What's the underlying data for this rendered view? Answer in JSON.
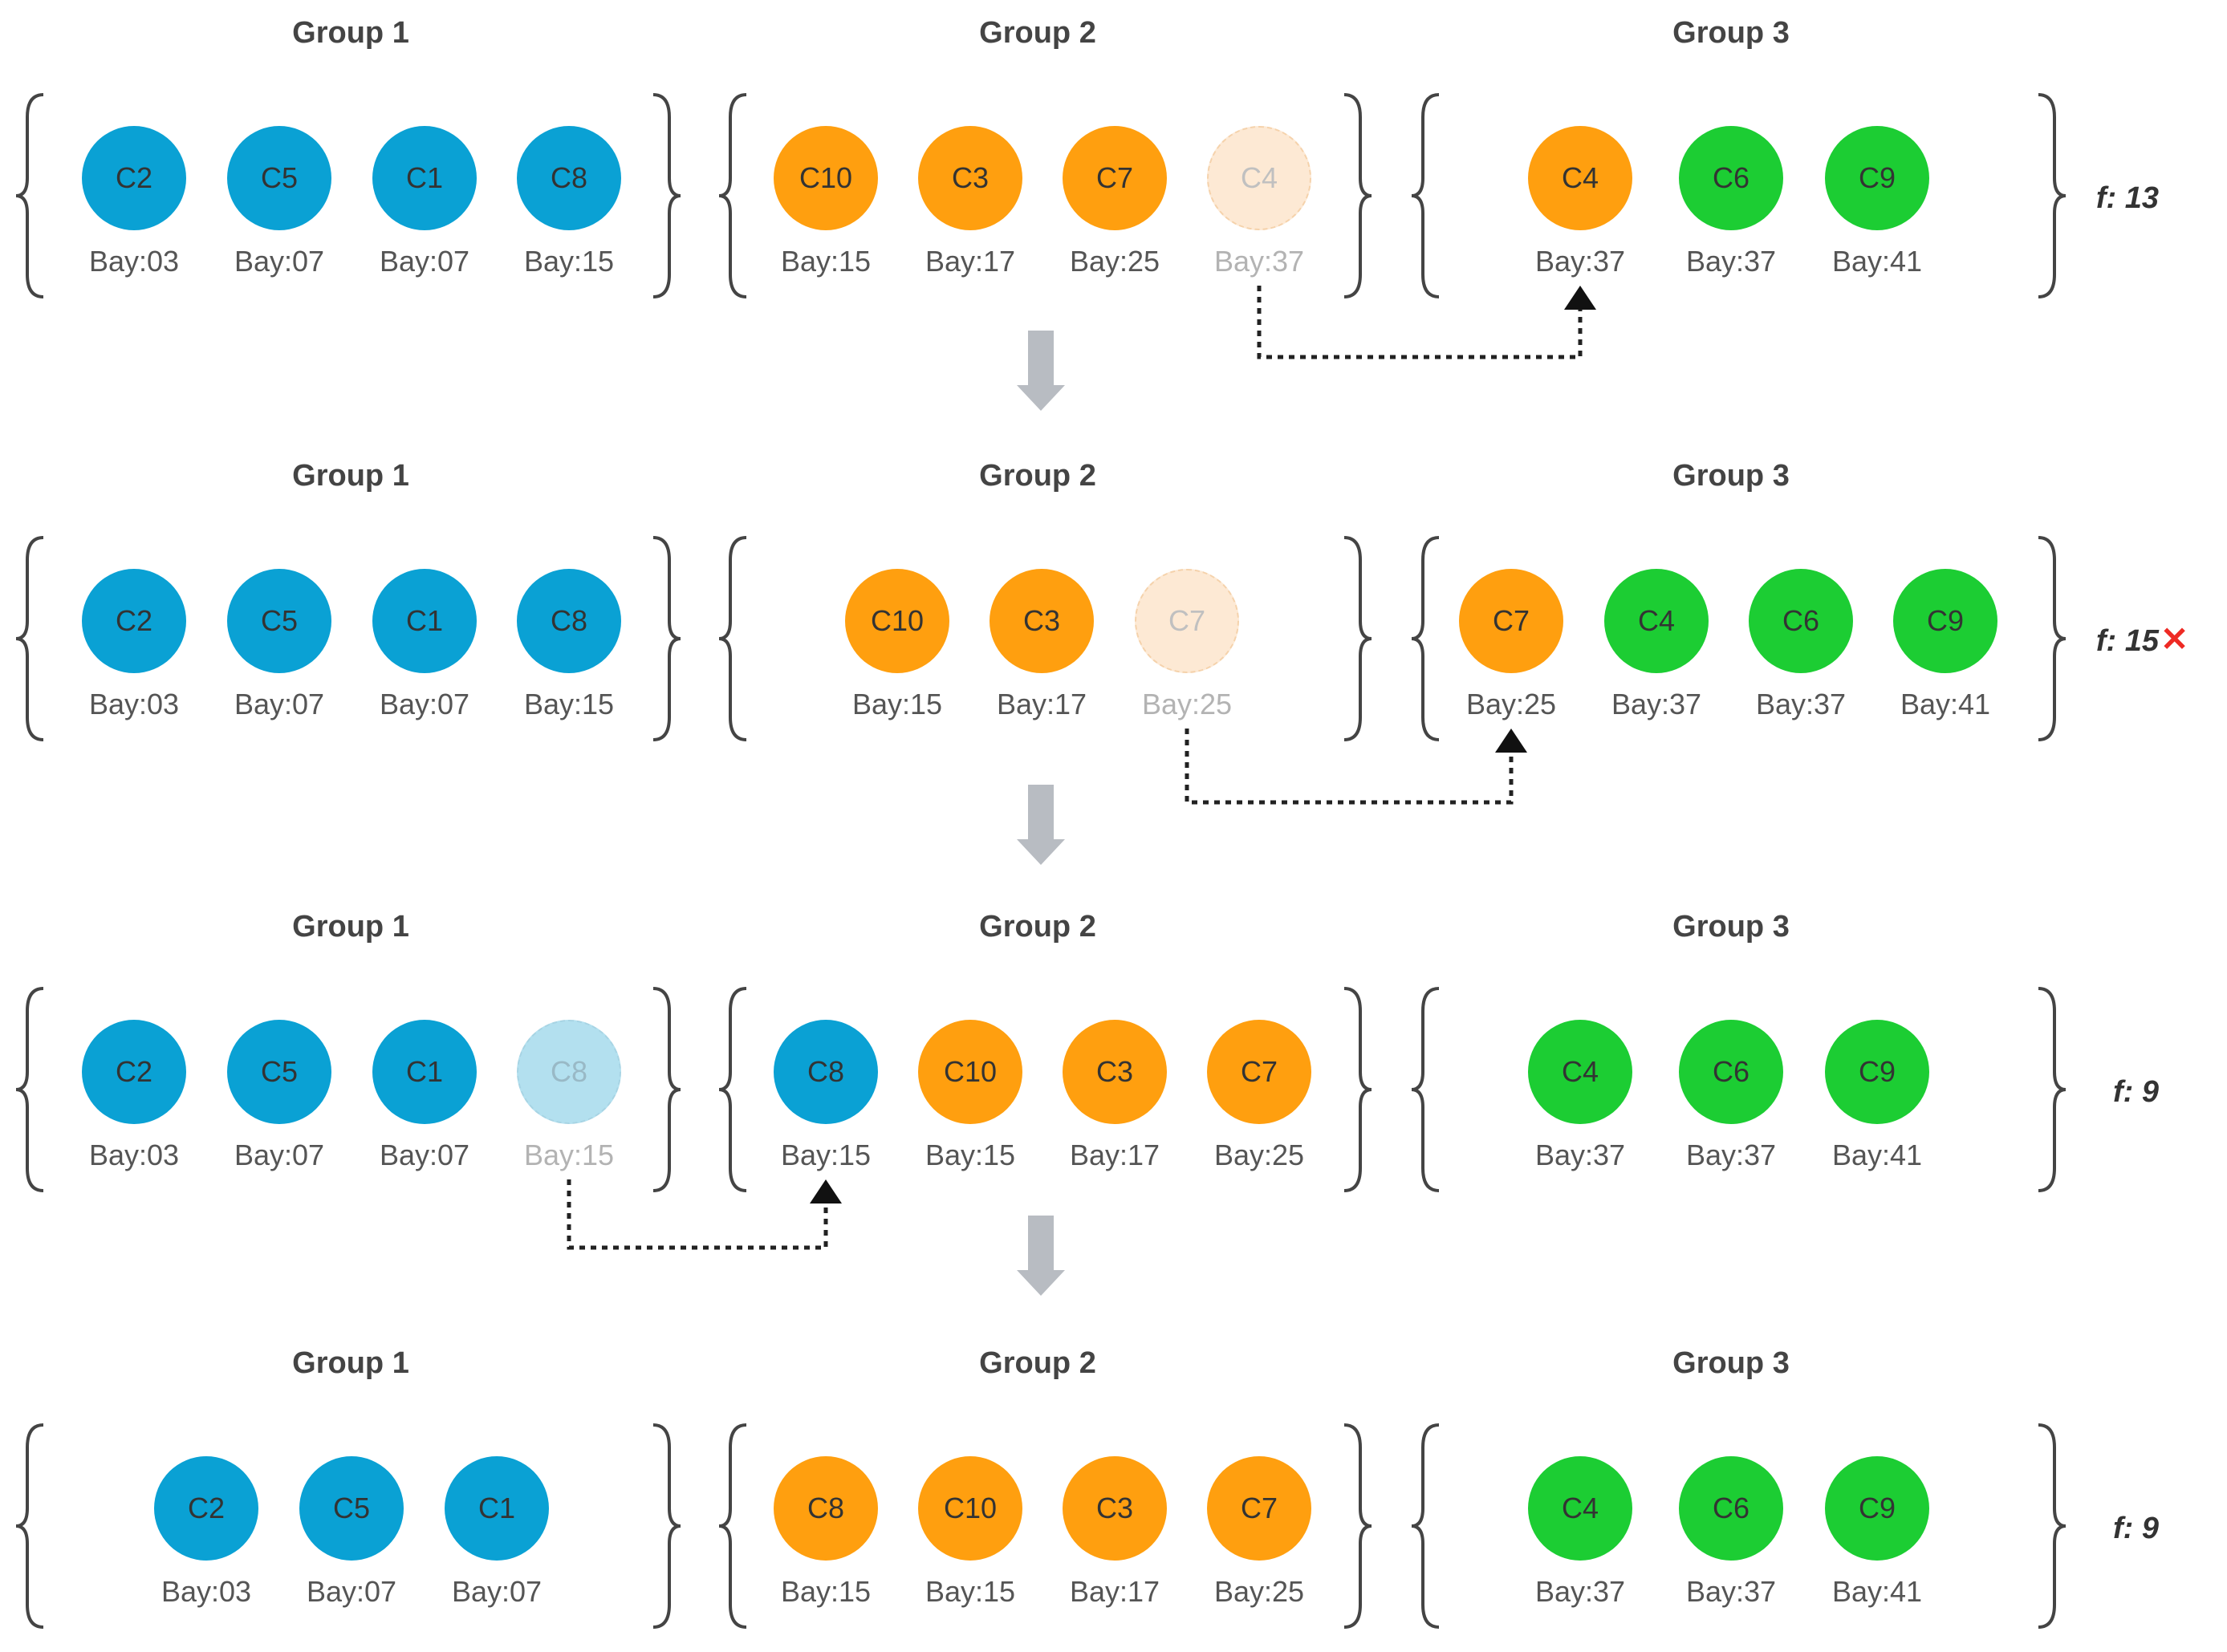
{
  "colors": {
    "blue": "#0aa1d4",
    "orange": "#ff9f0f",
    "green": "#1ccd33",
    "ghost_orange": "#fde9d4",
    "ghost_blue": "#b3e0ef",
    "brace": "#444444",
    "arrow_down": "#b8bcc2",
    "reject_mark": "#ee2a24"
  },
  "rows": [
    {
      "groups": [
        {
          "title": "Group 1",
          "nodes": [
            {
              "label": "C2",
              "bay": "Bay:03",
              "color": "blue"
            },
            {
              "label": "C5",
              "bay": "Bay:07",
              "color": "blue"
            },
            {
              "label": "C1",
              "bay": "Bay:07",
              "color": "blue"
            },
            {
              "label": "C8",
              "bay": "Bay:15",
              "color": "blue"
            }
          ]
        },
        {
          "title": "Group 2",
          "nodes": [
            {
              "label": "C10",
              "bay": "Bay:15",
              "color": "orange"
            },
            {
              "label": "C3",
              "bay": "Bay:17",
              "color": "orange"
            },
            {
              "label": "C7",
              "bay": "Bay:25",
              "color": "orange"
            },
            {
              "label": "C4",
              "bay": "Bay:37",
              "color": "ghost-orange",
              "ghost": true
            }
          ]
        },
        {
          "title": "Group 3",
          "nodes": [
            {
              "label": "C4",
              "bay": "Bay:37",
              "color": "orange"
            },
            {
              "label": "C6",
              "bay": "Bay:37",
              "color": "green"
            },
            {
              "label": "C9",
              "bay": "Bay:41",
              "color": "green"
            }
          ]
        }
      ],
      "f": "f: 13",
      "rejected": false,
      "move": {
        "from": "C4",
        "to": "C4"
      }
    },
    {
      "groups": [
        {
          "title": "Group 1",
          "nodes": [
            {
              "label": "C2",
              "bay": "Bay:03",
              "color": "blue"
            },
            {
              "label": "C5",
              "bay": "Bay:07",
              "color": "blue"
            },
            {
              "label": "C1",
              "bay": "Bay:07",
              "color": "blue"
            },
            {
              "label": "C8",
              "bay": "Bay:15",
              "color": "blue"
            }
          ]
        },
        {
          "title": "Group 2",
          "nodes": [
            {
              "label": "C10",
              "bay": "Bay:15",
              "color": "orange"
            },
            {
              "label": "C3",
              "bay": "Bay:17",
              "color": "orange"
            },
            {
              "label": "C7",
              "bay": "Bay:25",
              "color": "ghost-orange",
              "ghost": true
            }
          ]
        },
        {
          "title": "Group 3",
          "nodes": [
            {
              "label": "C7",
              "bay": "Bay:25",
              "color": "orange"
            },
            {
              "label": "C4",
              "bay": "Bay:37",
              "color": "green"
            },
            {
              "label": "C6",
              "bay": "Bay:37",
              "color": "green"
            },
            {
              "label": "C9",
              "bay": "Bay:41",
              "color": "green"
            }
          ]
        }
      ],
      "f": "f: 15",
      "rejected": true,
      "reject_mark": "✕",
      "move": {
        "from": "C7",
        "to": "C7"
      }
    },
    {
      "groups": [
        {
          "title": "Group 1",
          "nodes": [
            {
              "label": "C2",
              "bay": "Bay:03",
              "color": "blue"
            },
            {
              "label": "C5",
              "bay": "Bay:07",
              "color": "blue"
            },
            {
              "label": "C1",
              "bay": "Bay:07",
              "color": "blue"
            },
            {
              "label": "C8",
              "bay": "Bay:15",
              "color": "ghost-blue",
              "ghost": true
            }
          ]
        },
        {
          "title": "Group 2",
          "nodes": [
            {
              "label": "C8",
              "bay": "Bay:15",
              "color": "blue"
            },
            {
              "label": "C10",
              "bay": "Bay:15",
              "color": "orange"
            },
            {
              "label": "C3",
              "bay": "Bay:17",
              "color": "orange"
            },
            {
              "label": "C7",
              "bay": "Bay:25",
              "color": "orange"
            }
          ]
        },
        {
          "title": "Group 3",
          "nodes": [
            {
              "label": "C4",
              "bay": "Bay:37",
              "color": "green"
            },
            {
              "label": "C6",
              "bay": "Bay:37",
              "color": "green"
            },
            {
              "label": "C9",
              "bay": "Bay:41",
              "color": "green"
            }
          ]
        }
      ],
      "f": "f: 9",
      "rejected": false,
      "move": {
        "from": "C8",
        "to": "C8"
      }
    },
    {
      "groups": [
        {
          "title": "Group 1",
          "nodes": [
            {
              "label": "C2",
              "bay": "Bay:03",
              "color": "blue"
            },
            {
              "label": "C5",
              "bay": "Bay:07",
              "color": "blue"
            },
            {
              "label": "C1",
              "bay": "Bay:07",
              "color": "blue"
            }
          ]
        },
        {
          "title": "Group 2",
          "nodes": [
            {
              "label": "C8",
              "bay": "Bay:15",
              "color": "orange"
            },
            {
              "label": "C10",
              "bay": "Bay:15",
              "color": "orange"
            },
            {
              "label": "C3",
              "bay": "Bay:17",
              "color": "orange"
            },
            {
              "label": "C7",
              "bay": "Bay:25",
              "color": "orange"
            }
          ]
        },
        {
          "title": "Group 3",
          "nodes": [
            {
              "label": "C4",
              "bay": "Bay:37",
              "color": "green"
            },
            {
              "label": "C6",
              "bay": "Bay:37",
              "color": "green"
            },
            {
              "label": "C9",
              "bay": "Bay:41",
              "color": "green"
            }
          ]
        }
      ],
      "f": "f: 9",
      "rejected": false
    }
  ]
}
